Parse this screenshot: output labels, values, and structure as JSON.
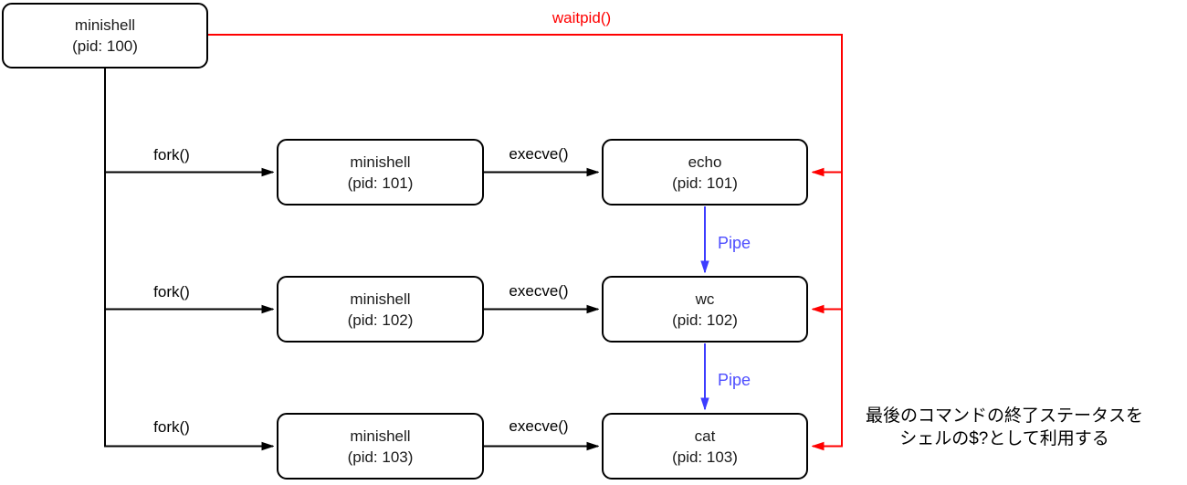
{
  "colors": {
    "background": "#ffffff",
    "node_border": "#000000",
    "node_fill": "#ffffff",
    "edge_black": "#000000",
    "edge_red": "#ff0000",
    "edge_blue": "#3d3dff",
    "pipe_label_blue": "#4d4dff"
  },
  "nodes": {
    "root": {
      "line1": "minishell",
      "line2": "(pid: 100)"
    },
    "fork1": {
      "line1": "minishell",
      "line2": "(pid: 101)"
    },
    "fork2": {
      "line1": "minishell",
      "line2": "(pid: 102)"
    },
    "fork3": {
      "line1": "minishell",
      "line2": "(pid: 103)"
    },
    "exec1": {
      "line1": "echo",
      "line2": "(pid: 101)"
    },
    "exec2": {
      "line1": "wc",
      "line2": "(pid: 102)"
    },
    "exec3": {
      "line1": "cat",
      "line2": "(pid: 103)"
    }
  },
  "edge_labels": {
    "waitpid": "waitpid()",
    "fork_row1": "fork()",
    "fork_row2": "fork()",
    "fork_row3": "fork()",
    "execve_row1": "execve()",
    "execve_row2": "execve()",
    "execve_row3": "execve()",
    "pipe_1": "Pipe",
    "pipe_2": "Pipe"
  },
  "annotation": {
    "line1": "最後のコマンドの終了ステータスを",
    "line2": "シェルの$?として利用する"
  }
}
